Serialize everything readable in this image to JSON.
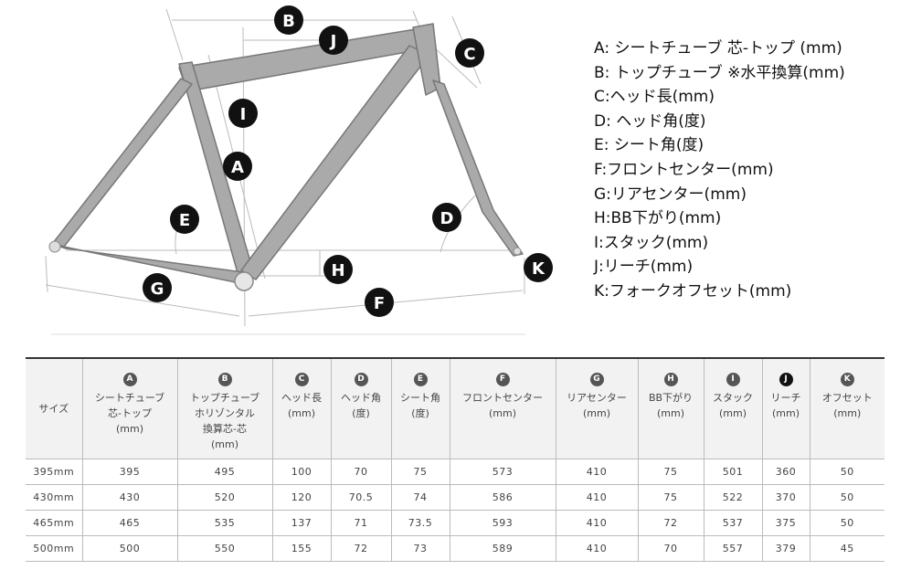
{
  "diagram": {
    "markers": [
      "A",
      "B",
      "C",
      "D",
      "E",
      "F",
      "G",
      "H",
      "I",
      "J",
      "K"
    ]
  },
  "legend": [
    "A: シートチューブ 芯-トップ (mm)",
    "B: トップチューブ ※水平換算(mm)",
    "C:ヘッド長(mm)",
    "D: ヘッド角(度)",
    "E: シート角(度)",
    "F:フロントセンター(mm)",
    "G:リアセンター(mm)",
    "H:BB下がり(mm)",
    "I:スタック(mm)",
    "J:リーチ(mm)",
    "K:フォークオフセット(mm)"
  ],
  "table": {
    "size_header": "サイズ",
    "columns": [
      {
        "letter": "A",
        "l1": "シートチューブ",
        "l2": "芯-トップ",
        "l3": "(mm)",
        "l4": ""
      },
      {
        "letter": "B",
        "l1": "トップチューブ",
        "l2": "ホリゾンタル",
        "l3": "換算芯-芯",
        "l4": "(mm)"
      },
      {
        "letter": "C",
        "l1": "ヘッド長",
        "l2": "(mm)",
        "l3": "",
        "l4": ""
      },
      {
        "letter": "D",
        "l1": "ヘッド角",
        "l2": "(度)",
        "l3": "",
        "l4": ""
      },
      {
        "letter": "E",
        "l1": "シート角",
        "l2": "(度)",
        "l3": "",
        "l4": ""
      },
      {
        "letter": "F",
        "l1": "フロントセンター",
        "l2": "(mm)",
        "l3": "",
        "l4": ""
      },
      {
        "letter": "G",
        "l1": "リアセンター",
        "l2": "(mm)",
        "l3": "",
        "l4": ""
      },
      {
        "letter": "H",
        "l1": "BB下がり",
        "l2": "(mm)",
        "l3": "",
        "l4": ""
      },
      {
        "letter": "I",
        "l1": "スタック",
        "l2": "(mm)",
        "l3": "",
        "l4": ""
      },
      {
        "letter": "J",
        "l1": "リーチ",
        "l2": "(mm)",
        "l3": "",
        "l4": ""
      },
      {
        "letter": "K",
        "l1": "オフセット",
        "l2": "(mm)",
        "l3": "",
        "l4": ""
      }
    ],
    "rows": [
      {
        "size": "395mm",
        "values": [
          "395",
          "495",
          "100",
          "70",
          "75",
          "573",
          "410",
          "75",
          "501",
          "360",
          "50"
        ]
      },
      {
        "size": "430mm",
        "values": [
          "430",
          "520",
          "120",
          "70.5",
          "74",
          "586",
          "410",
          "75",
          "522",
          "370",
          "50"
        ]
      },
      {
        "size": "465mm",
        "values": [
          "465",
          "535",
          "137",
          "71",
          "73.5",
          "593",
          "410",
          "72",
          "537",
          "375",
          "50"
        ]
      },
      {
        "size": "500mm",
        "values": [
          "500",
          "550",
          "155",
          "72",
          "73",
          "589",
          "410",
          "70",
          "557",
          "379",
          "45"
        ]
      }
    ]
  }
}
